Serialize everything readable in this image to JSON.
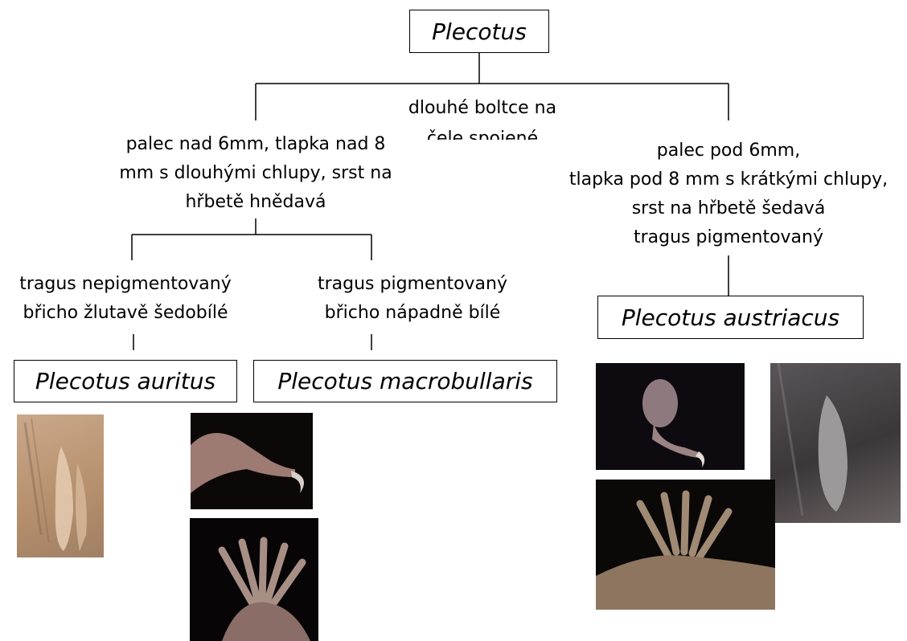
{
  "root": {
    "title": "Plecotus"
  },
  "center_text": {
    "line1": "dlouhé boltce na",
    "line2": "čele spojené"
  },
  "left_branch": {
    "line1": "palec nad 6mm, tlapka nad 8",
    "line2": "mm s dlouhými chlupy, srst na",
    "line3": "hřbetě hnědavá"
  },
  "right_branch": {
    "line1": "palec pod 6mm,",
    "line2": "tlapka pod 8 mm s krátkými chlupy,",
    "line3": "srst na hřbetě šedavá",
    "line4": "tragus pigmentovaný"
  },
  "left_left": {
    "line1": "tragus nepigmentovaný",
    "line2": "břicho žlutavě šedobílé"
  },
  "left_right": {
    "line1": "tragus pigmentovaný",
    "line2": "břicho nápadně bílé"
  },
  "species": {
    "auritus": "Plecotus auritus",
    "macrobullaris": "Plecotus macrobullaris",
    "austriacus": "Plecotus austriacus"
  }
}
